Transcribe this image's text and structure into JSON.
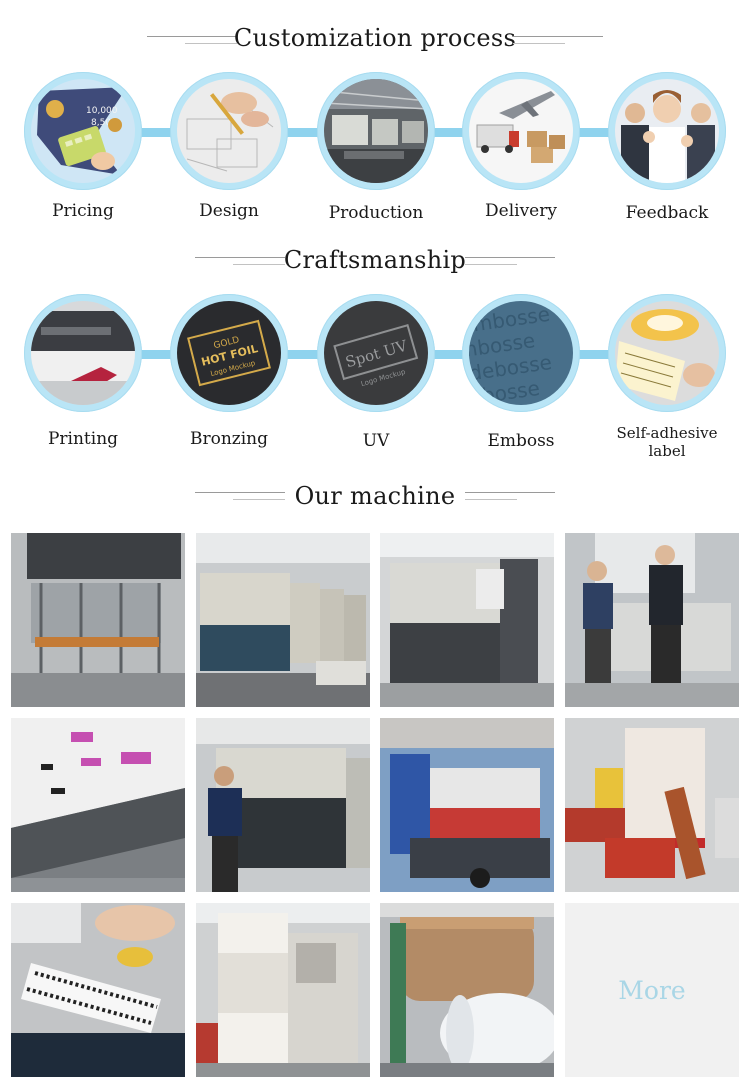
{
  "sections": {
    "customization_title": "Customization process",
    "craftsmanship_title": "Craftsmanship",
    "machine_title": "Our machine"
  },
  "process_steps": [
    {
      "label": "Pricing",
      "icon": "pricing-icon"
    },
    {
      "label": "Design",
      "icon": "design-icon"
    },
    {
      "label": "Production",
      "icon": "production-icon"
    },
    {
      "label": "Delivery",
      "icon": "delivery-icon"
    },
    {
      "label": "Feedback",
      "icon": "feedback-icon"
    }
  ],
  "craft_steps": [
    {
      "label": "Printing",
      "icon": "printing-icon"
    },
    {
      "label": "Bronzing",
      "icon": "bronzing-icon",
      "badge_lines": [
        "GOLD",
        "HOT FOIL",
        "Logo Mockup"
      ]
    },
    {
      "label": "UV",
      "icon": "uv-icon",
      "badge_lines": [
        "Spot UV",
        "Logo Mockup"
      ]
    },
    {
      "label": "Emboss",
      "icon": "emboss-icon",
      "badge_lines": [
        "embosse",
        "mbosse",
        "debosse",
        "mbosse"
      ]
    },
    {
      "label": "Self-adhesive label",
      "icon": "label-icon"
    }
  ],
  "machine_photos": [
    "machine-1",
    "machine-2",
    "machine-3",
    "machine-4",
    "machine-5",
    "machine-6",
    "machine-7",
    "machine-8",
    "machine-9",
    "machine-10",
    "machine-11"
  ],
  "more_label": "More",
  "colors": {
    "ring": "#b9e5f6",
    "connector": "#8fd3ee",
    "more_text": "#a9d6e6",
    "more_bg": "#f1f1f1"
  }
}
